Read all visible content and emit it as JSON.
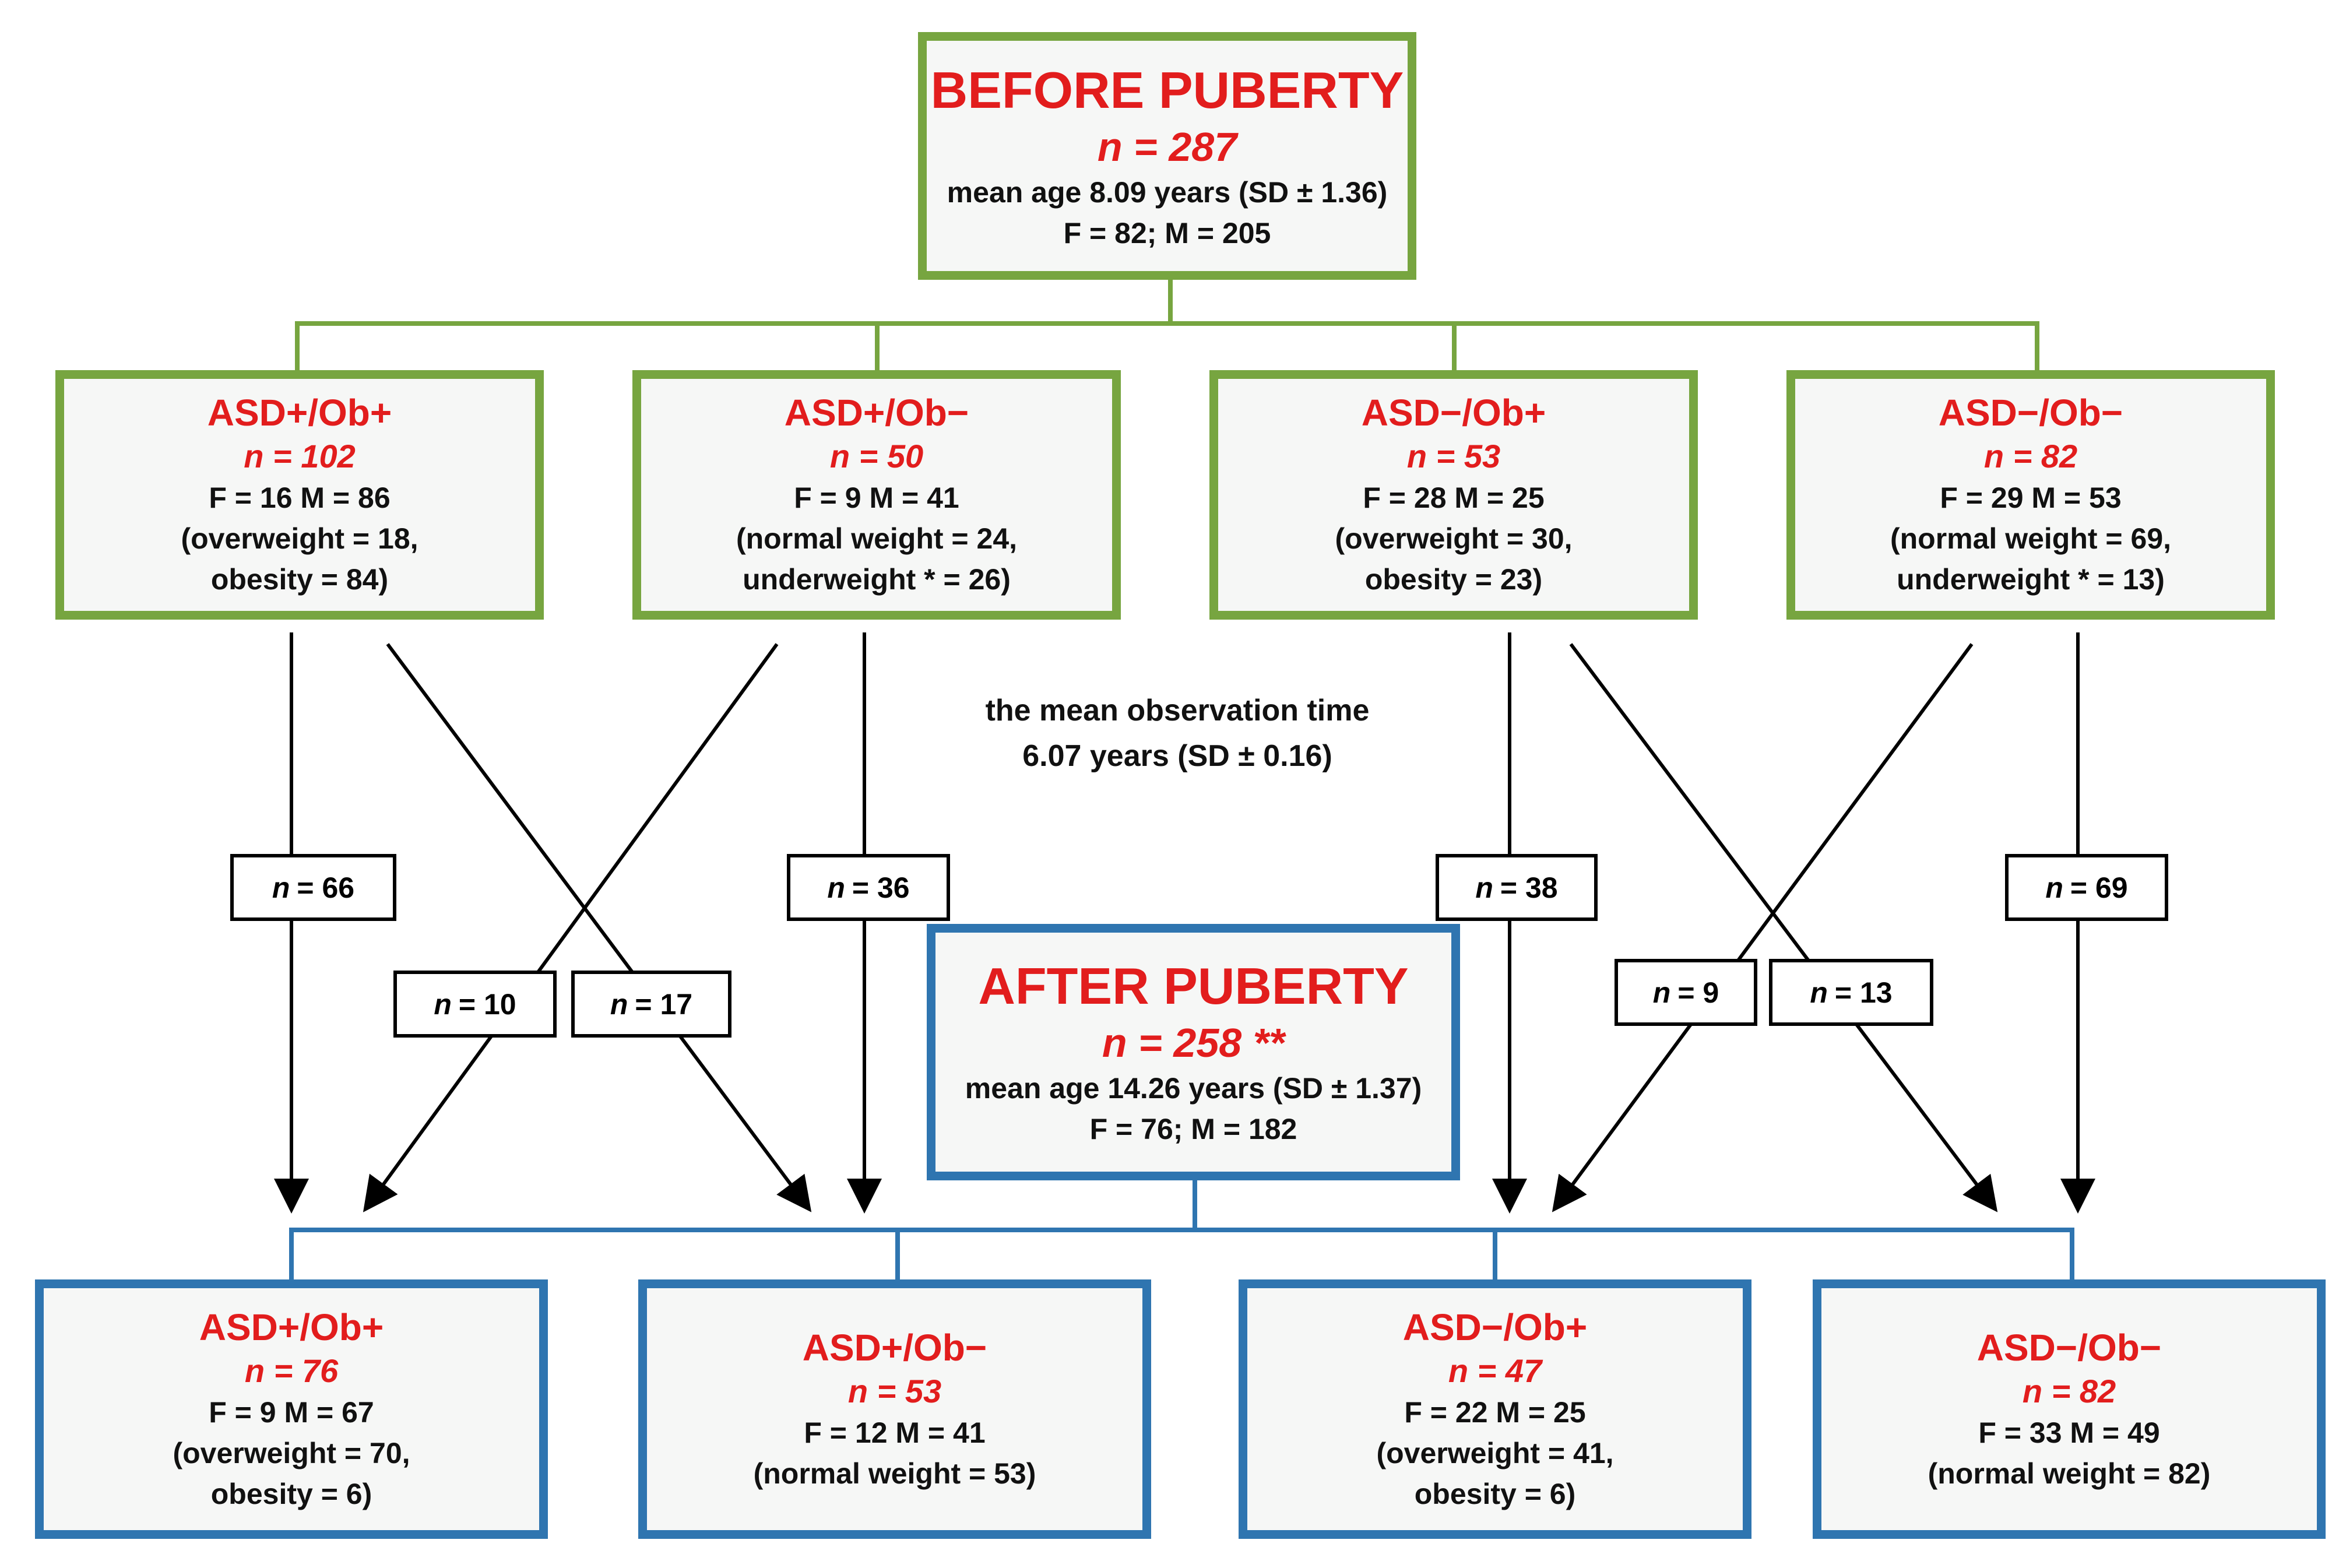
{
  "before": {
    "title": "BEFORE PUBERTY",
    "n": "n = 287",
    "age": "mean age 8.09 years (SD ± 1.36)",
    "sex": "F = 82; M = 205"
  },
  "before_groups": [
    {
      "title": "ASD+/Ob+",
      "n": "n = 102",
      "sex": "F = 16 M = 86",
      "w1": "(overweight = 18,",
      "w2": "obesity = 84)"
    },
    {
      "title": "ASD+/Ob−",
      "n": "n = 50",
      "sex": "F = 9 M = 41",
      "w1": "(normal weight = 24,",
      "w2": "underweight * = 26)"
    },
    {
      "title": "ASD−/Ob+",
      "n": "n = 53",
      "sex": "F = 28 M = 25",
      "w1": "(overweight = 30,",
      "w2": "obesity = 23)"
    },
    {
      "title": "ASD−/Ob−",
      "n": "n = 82",
      "sex": "F = 29 M = 53",
      "w1": "(normal weight = 69,",
      "w2": "underweight * = 13)"
    }
  ],
  "observation": {
    "line1": "the mean observation time",
    "line2": "6.07 years (SD ± 0.16)"
  },
  "transitions": [
    {
      "n_label": "n",
      "value": "= 66"
    },
    {
      "n_label": "n",
      "value": "= 10"
    },
    {
      "n_label": "n",
      "value": "= 17"
    },
    {
      "n_label": "n",
      "value": "= 36"
    },
    {
      "n_label": "n",
      "value": "= 38"
    },
    {
      "n_label": "n",
      "value": "= 9"
    },
    {
      "n_label": "n",
      "value": "= 13"
    },
    {
      "n_label": "n",
      "value": "= 69"
    }
  ],
  "after": {
    "title": "AFTER PUBERTY",
    "n": "n = 258 **",
    "age": "mean age 14.26 years (SD ± 1.37)",
    "sex": "F = 76; M = 182"
  },
  "after_groups": [
    {
      "title": "ASD+/Ob+",
      "n": "n = 76",
      "sex": "F = 9 M = 67",
      "w1": "(overweight = 70,",
      "w2": "obesity = 6)"
    },
    {
      "title": "ASD+/Ob−",
      "n": "n = 53",
      "sex": "F = 12 M = 41",
      "w1": "(normal weight = 53)",
      "w2": ""
    },
    {
      "title": "ASD−/Ob+",
      "n": "n = 47",
      "sex": "F = 22 M = 25",
      "w1": "(overweight = 41,",
      "w2": "obesity = 6)"
    },
    {
      "title": "ASD−/Ob−",
      "n": "n = 82",
      "sex": "F = 33 M = 49",
      "w1": "(normal weight = 82)",
      "w2": ""
    }
  ],
  "colors": {
    "before_border": "#77a540",
    "after_border": "#2f75b0",
    "accent": "#e21d1d"
  }
}
